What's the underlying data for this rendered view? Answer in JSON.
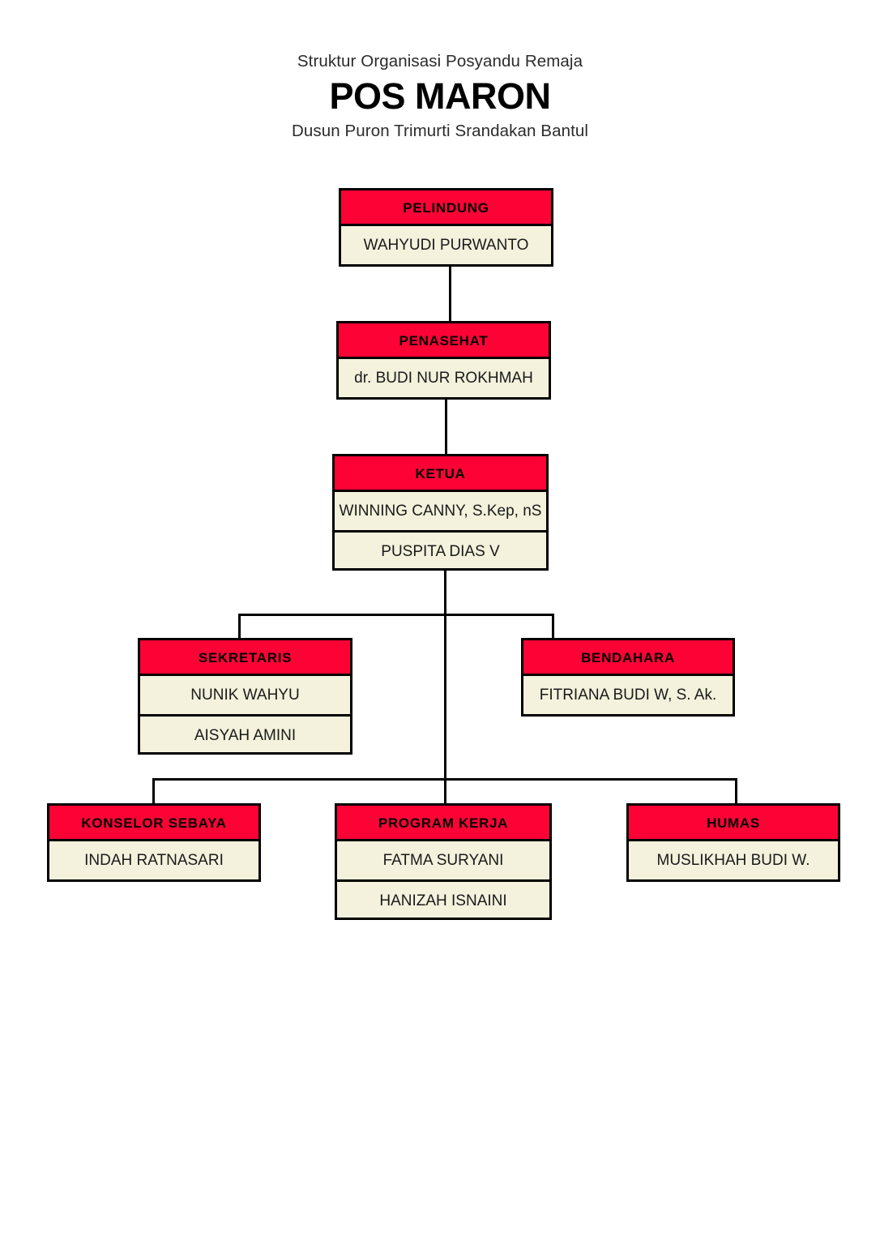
{
  "header": {
    "pre_title": "Struktur Organisasi Posyandu Remaja",
    "title": "POS MARON",
    "subtitle": "Dusun Puron Trimurti Srandakan Bantul"
  },
  "theme": {
    "title_bar_color": "#FC0235",
    "body_color": "#F4F1DC",
    "border_color": "#000000",
    "page_background": "#FFFFFF"
  },
  "chart_data": {
    "type": "org-chart",
    "title": "Struktur Organisasi Posyandu Remaja POS MARON",
    "nodes": [
      {
        "id": "pelindung",
        "title": "PELINDUNG",
        "names": [
          "WAHYUDI PURWANTO"
        ],
        "level": 0,
        "parent": null
      },
      {
        "id": "penasehat",
        "title": "PENASEHAT",
        "names": [
          "dr. BUDI NUR ROKHMAH"
        ],
        "level": 1,
        "parent": "pelindung"
      },
      {
        "id": "ketua",
        "title": "KETUA",
        "names": [
          "WINNING CANNY, S.Kep, nS",
          "PUSPITA DIAS V"
        ],
        "level": 2,
        "parent": "penasehat"
      },
      {
        "id": "sekretaris",
        "title": "SEKRETARIS",
        "names": [
          "NUNIK WAHYU",
          "AISYAH AMINI"
        ],
        "level": 3,
        "parent": "ketua"
      },
      {
        "id": "bendahara",
        "title": "BENDAHARA",
        "names": [
          "FITRIANA BUDI W, S. Ak."
        ],
        "level": 3,
        "parent": "ketua"
      },
      {
        "id": "konselor",
        "title": "KONSELOR SEBAYA",
        "names": [
          "INDAH RATNASARI"
        ],
        "level": 4,
        "parent": "ketua"
      },
      {
        "id": "program",
        "title": "PROGRAM KERJA",
        "names": [
          "FATMA SURYANI",
          "HANIZAH ISNAINI"
        ],
        "level": 4,
        "parent": "ketua"
      },
      {
        "id": "humas",
        "title": "HUMAS",
        "names": [
          "MUSLIKHAH BUDI W."
        ],
        "level": 4,
        "parent": "ketua"
      }
    ]
  },
  "nodes": {
    "pelindung": {
      "title": "PELINDUNG",
      "name1": "WAHYUDI PURWANTO"
    },
    "penasehat": {
      "title": "PENASEHAT",
      "name1": "dr. BUDI NUR ROKHMAH"
    },
    "ketua": {
      "title": "KETUA",
      "name1": "WINNING CANNY, S.Kep, nS",
      "name2": "PUSPITA DIAS V"
    },
    "sekretaris": {
      "title": "SEKRETARIS",
      "name1": "NUNIK WAHYU",
      "name2": "AISYAH AMINI"
    },
    "bendahara": {
      "title": "BENDAHARA",
      "name1": "FITRIANA BUDI W, S. Ak."
    },
    "konselor": {
      "title": "KONSELOR SEBAYA",
      "name1": "INDAH RATNASARI"
    },
    "program": {
      "title": "PROGRAM KERJA",
      "name1": "FATMA SURYANI",
      "name2": "HANIZAH ISNAINI"
    },
    "humas": {
      "title": "HUMAS",
      "name1": "MUSLIKHAH BUDI W."
    }
  }
}
